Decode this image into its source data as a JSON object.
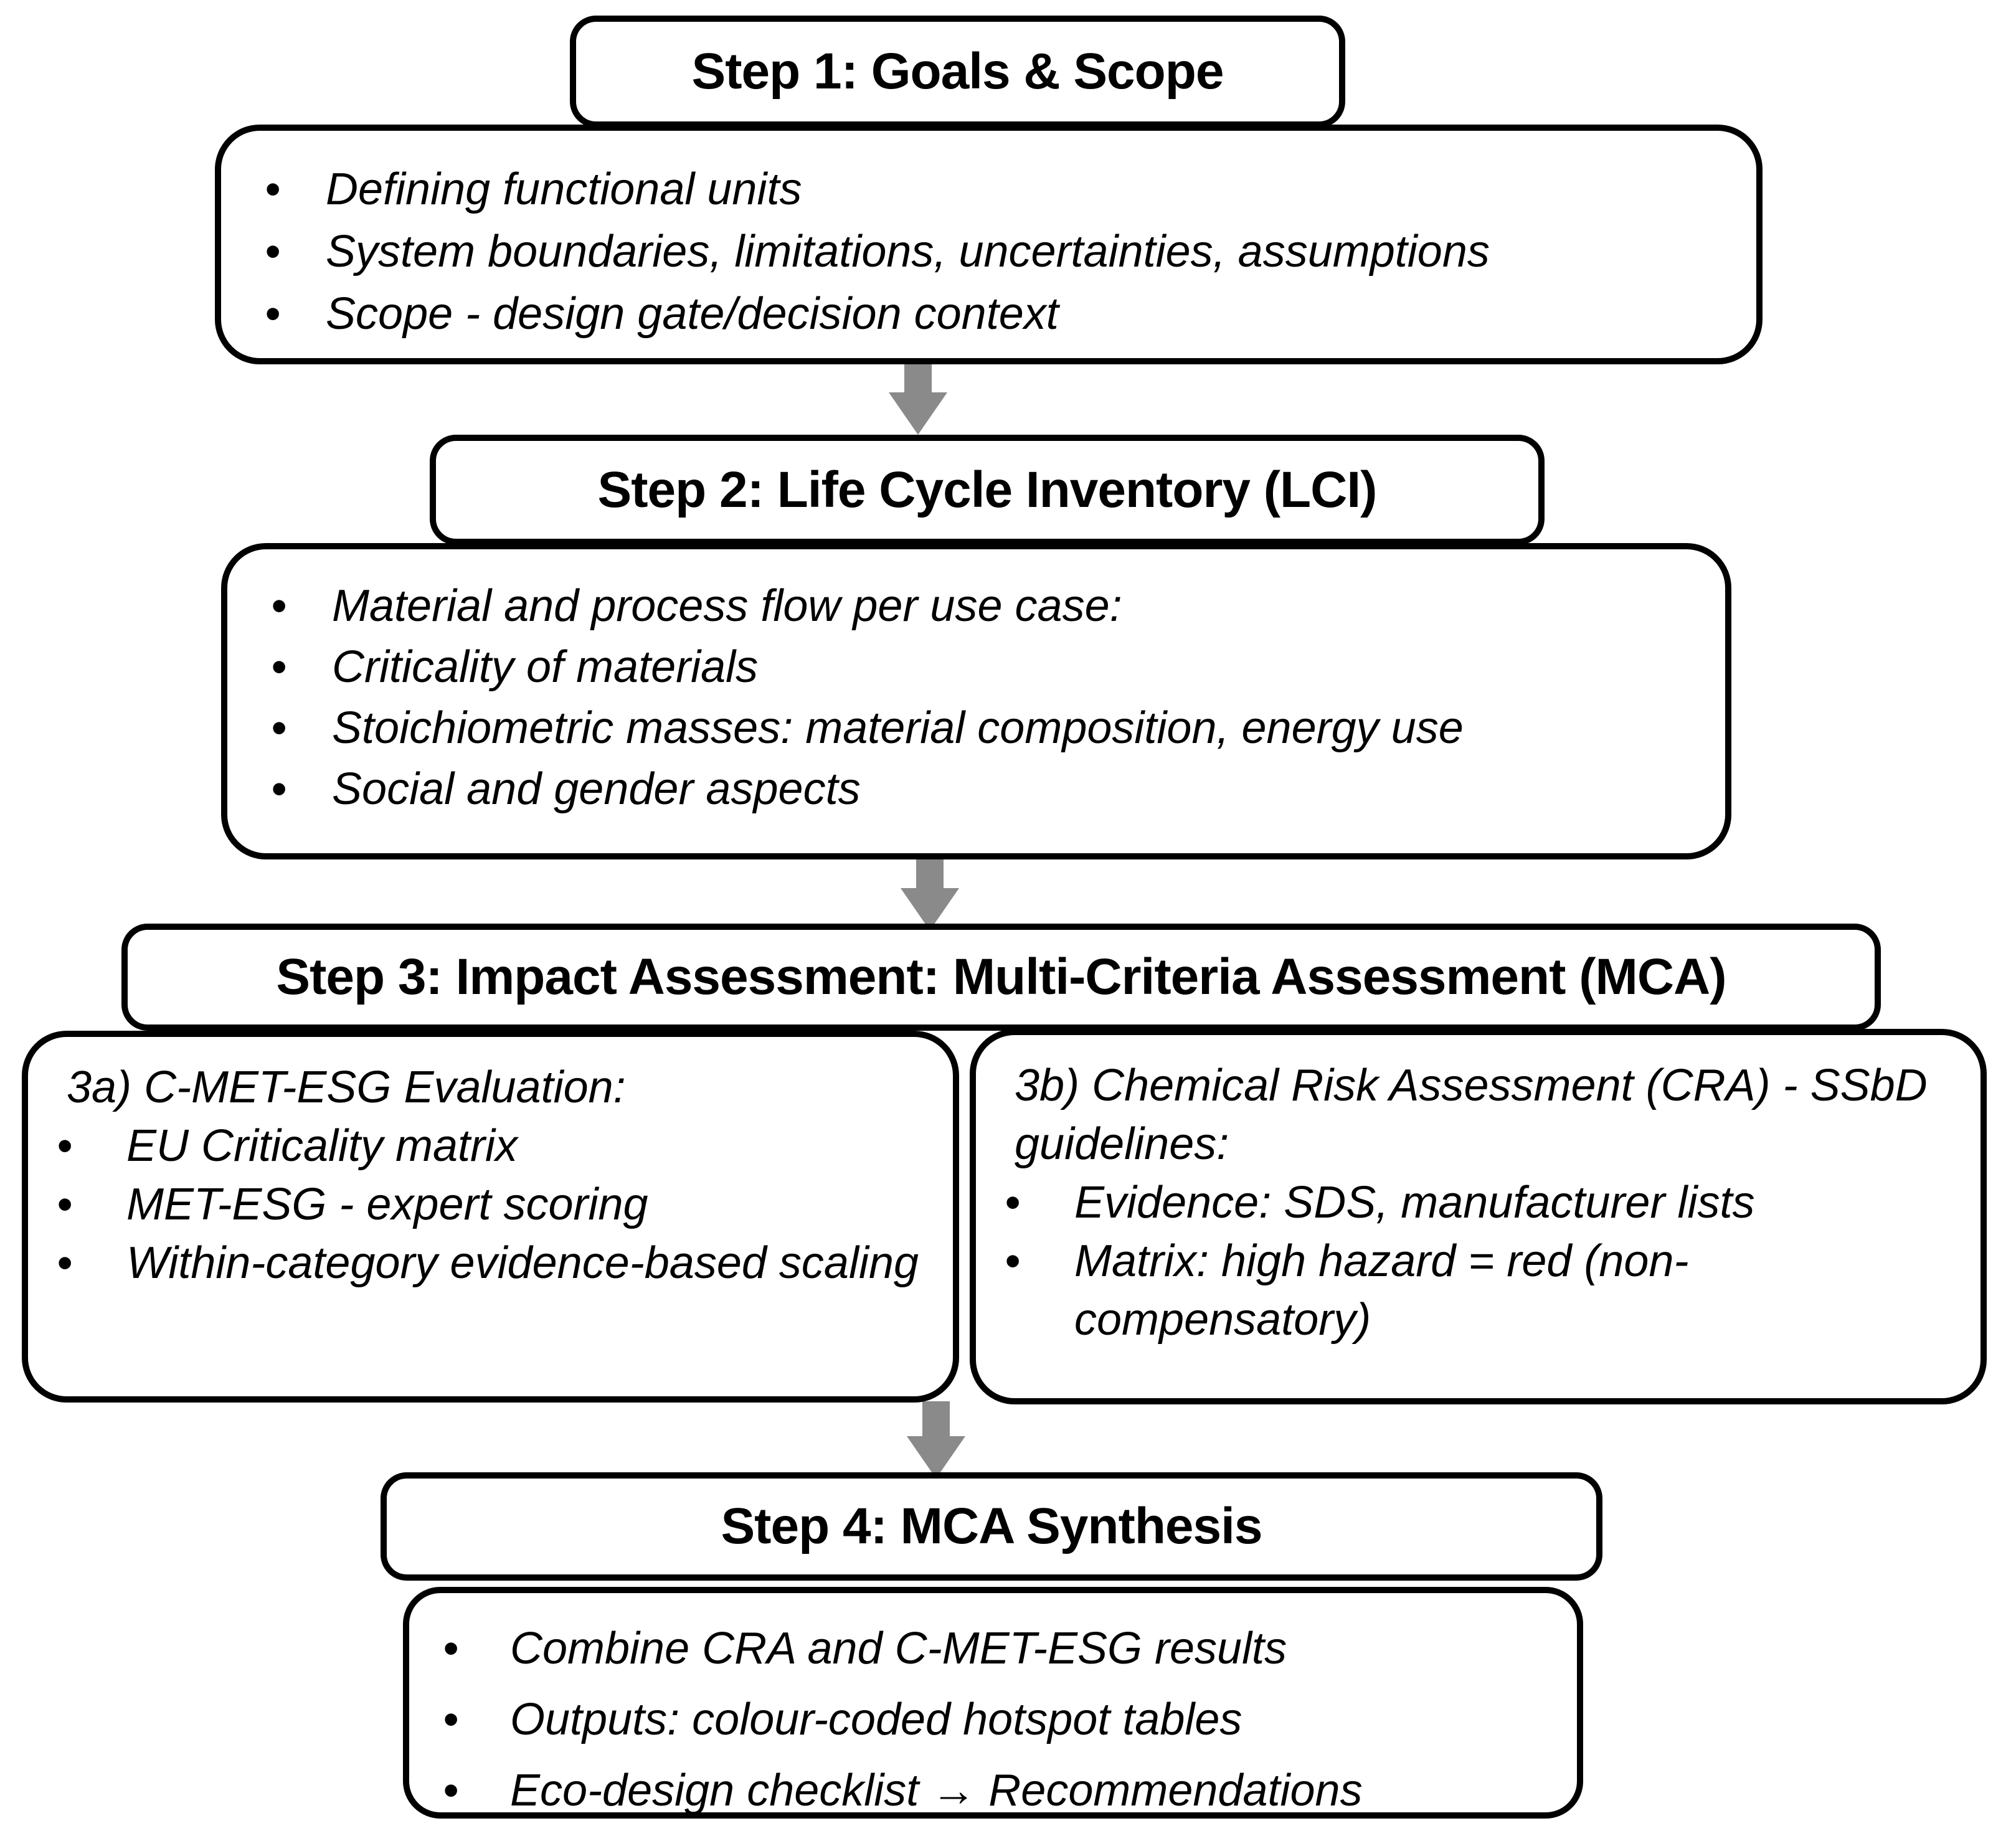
{
  "diagram": {
    "steps": [
      {
        "id": "step1",
        "title": "Step 1: Goals & Scope",
        "bullets": [
          "Defining functional units",
          "System boundaries, limitations, uncertainties, assumptions",
          "Scope - design gate/decision context"
        ]
      },
      {
        "id": "step2",
        "title": "Step 2: Life Cycle Inventory (LCI)",
        "bullets": [
          "Material and process flow per use case:",
          "Criticality of materials",
          "Stoichiometric masses: material composition, energy use",
          "Social and gender aspects"
        ]
      },
      {
        "id": "step3",
        "title": "Step 3: Impact Assessment: Multi-Criteria Assessment (MCA)",
        "sub_boxes": [
          {
            "id": "3a",
            "heading": "3a) C-MET-ESG Evaluation:",
            "bullets": [
              "EU Criticality matrix",
              "MET-ESG - expert scoring",
              "Within-category evidence-based scaling"
            ]
          },
          {
            "id": "3b",
            "heading": "3b) Chemical Risk Assessment (CRA) - SSbD guidelines:",
            "bullets": [
              "Evidence: SDS, manufacturer lists",
              "Matrix: high hazard = red (non-compensatory)"
            ]
          }
        ]
      },
      {
        "id": "step4",
        "title": "Step 4: MCA Synthesis",
        "bullets": [
          "Combine CRA and C-MET-ESG results",
          "Outputs: colour-coded hotspot tables",
          "Eco-design checklist → Recommendations"
        ]
      }
    ],
    "colors": {
      "arrow": "#8a8a8a",
      "border": "#000000",
      "background": "#ffffff",
      "text": "#000000"
    }
  }
}
